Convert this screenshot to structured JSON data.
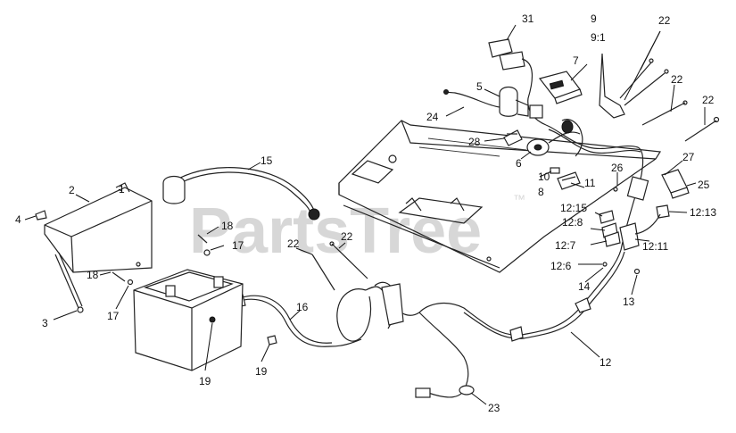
{
  "watermark": {
    "text": "PartsTree",
    "tm": "™"
  },
  "callouts": [
    {
      "id": "c31",
      "text": "31"
    },
    {
      "id": "c9",
      "text": "9"
    },
    {
      "id": "c9-1",
      "text": "9:1"
    },
    {
      "id": "c22a",
      "text": "22"
    },
    {
      "id": "c7",
      "text": "7"
    },
    {
      "id": "c5",
      "text": "5"
    },
    {
      "id": "c22b",
      "text": "22"
    },
    {
      "id": "c22c",
      "text": "22"
    },
    {
      "id": "c24",
      "text": "24"
    },
    {
      "id": "c28",
      "text": "28"
    },
    {
      "id": "c6",
      "text": "6"
    },
    {
      "id": "c15",
      "text": "15"
    },
    {
      "id": "c10",
      "text": "10"
    },
    {
      "id": "c26",
      "text": "26"
    },
    {
      "id": "c27",
      "text": "27"
    },
    {
      "id": "c11",
      "text": "11"
    },
    {
      "id": "c25",
      "text": "25"
    },
    {
      "id": "c8",
      "text": "8"
    },
    {
      "id": "c2",
      "text": "2"
    },
    {
      "id": "c1",
      "text": "1"
    },
    {
      "id": "c4",
      "text": "4"
    },
    {
      "id": "c12-15",
      "text": "12:15"
    },
    {
      "id": "c12-13",
      "text": "12:13"
    },
    {
      "id": "c12-8",
      "text": "12:8"
    },
    {
      "id": "c18a",
      "text": "18"
    },
    {
      "id": "c22d",
      "text": "22"
    },
    {
      "id": "c17a",
      "text": "17"
    },
    {
      "id": "c22e",
      "text": "22"
    },
    {
      "id": "c12-7",
      "text": "12:7"
    },
    {
      "id": "c12-11",
      "text": "12:11"
    },
    {
      "id": "c12-6",
      "text": "12:6"
    },
    {
      "id": "c18b",
      "text": "18"
    },
    {
      "id": "c14",
      "text": "14"
    },
    {
      "id": "c13",
      "text": "13"
    },
    {
      "id": "c17b",
      "text": "17"
    },
    {
      "id": "c16",
      "text": "16"
    },
    {
      "id": "c3",
      "text": "3"
    },
    {
      "id": "c12",
      "text": "12"
    },
    {
      "id": "c19a",
      "text": "19"
    },
    {
      "id": "c19b",
      "text": "19"
    },
    {
      "id": "c23",
      "text": "23"
    }
  ]
}
